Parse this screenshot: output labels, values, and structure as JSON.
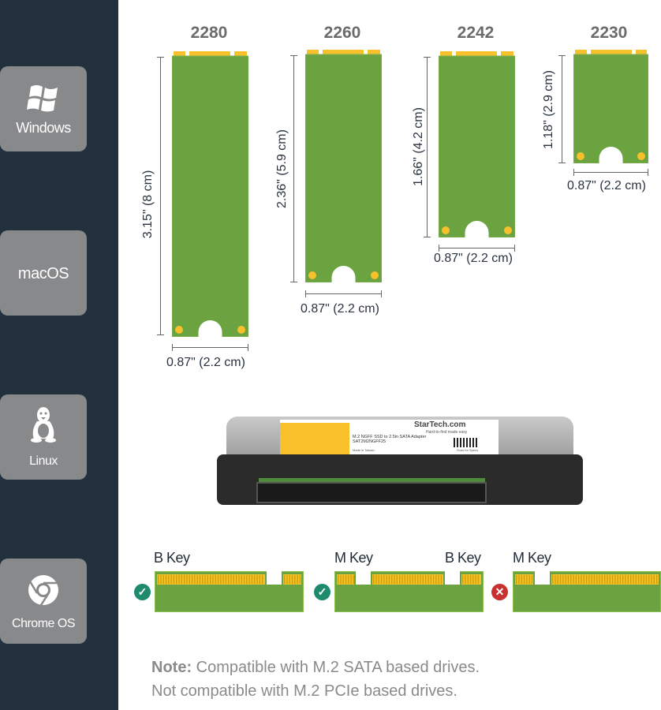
{
  "sidebar": {
    "items": [
      {
        "label": "Windows",
        "icon": "windows-logo-icon"
      },
      {
        "label": "macOS",
        "icon": "none"
      },
      {
        "label": "Linux",
        "icon": "linux-tux-icon"
      },
      {
        "label": "Chrome OS",
        "icon": "chrome-logo-icon"
      }
    ]
  },
  "form_factors": [
    {
      "name": "2280",
      "length": "3.15\" (8 cm)",
      "width": "0.87\" (2.2 cm)"
    },
    {
      "name": "2260",
      "length": "2.36\" (5.9 cm)",
      "width": "0.87\" (2.2 cm)"
    },
    {
      "name": "2242",
      "length": "1.66\" (4.2 cm)",
      "width": "0.87\" (2.2 cm)"
    },
    {
      "name": "2230",
      "length": "1.18\" (2.9 cm)",
      "width": "0.87\" (2.2 cm)"
    }
  ],
  "adapter": {
    "brand": "StarTech.com",
    "tagline": "Hard-to-find made easy",
    "product": "M.2 NGFF SSD to 2.5in SATA Adapter",
    "sku": "SAT2M2NGFF25",
    "origin": "Made in Taiwan",
    "scan": "Scan for Specs"
  },
  "keys": [
    {
      "labels": [
        "B Key"
      ],
      "compatible": true
    },
    {
      "labels": [
        "M Key",
        "B Key"
      ],
      "compatible": true
    },
    {
      "labels": [
        "M Key"
      ],
      "compatible": false
    }
  ],
  "note": {
    "bold": "Note:",
    "line1": " Compatible with M.2 SATA based drives.",
    "line2": "Not compatible with M.2 PCIe based drives."
  },
  "colors": {
    "sidebar": "#23313f",
    "tile": "#88898b",
    "pcb": "#6aa33f",
    "gold": "#f8c12c",
    "check": "#1e8a6e",
    "cross": "#c8312f"
  }
}
